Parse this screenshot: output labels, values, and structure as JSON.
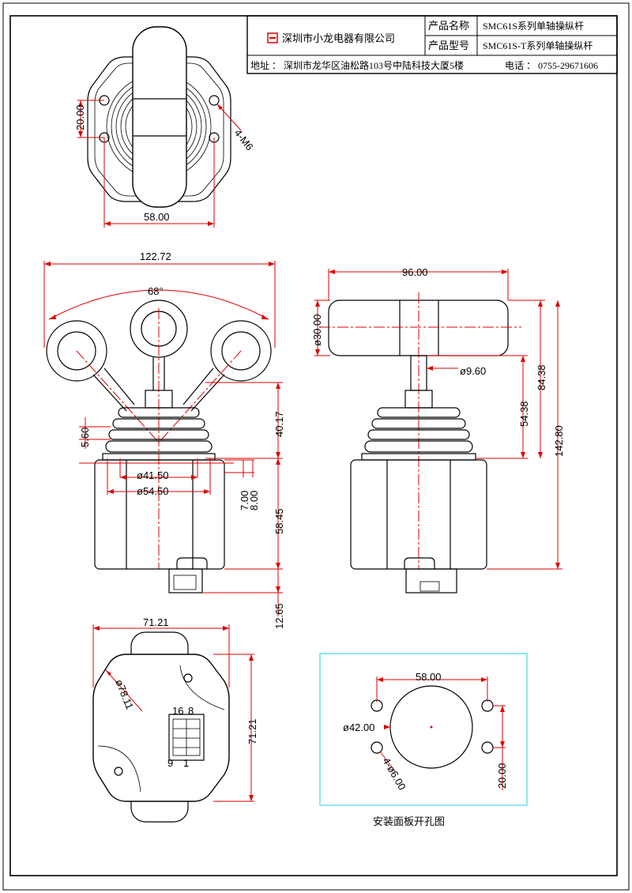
{
  "title_block": {
    "company": "深圳市小龙电器有限公司",
    "product_name_label": "产品名称",
    "product_name_value": "SMC61S系列单轴操纵杆",
    "product_model_label": "产品型号",
    "product_model_value": "SMC61S-T系列单轴操纵杆",
    "address": "地址 ： 深圳市龙华区油松路103号中陆科技大厦5楼",
    "phone": "电话 ： 0755-29671606"
  },
  "top_view": {
    "hole_callout": "4-M6",
    "dim_vertical": "20.00",
    "dim_horizontal": "58.00"
  },
  "front_view": {
    "dim_width": "122.72",
    "angle": "68°",
    "dim_560": "5.60",
    "dim_4017": "40.17",
    "dim_d4150": "ø41.50",
    "dim_d5450": "ø54.50",
    "dim_700": "7.00",
    "dim_800": "8.00",
    "dim_5845": "58.45",
    "dim_1265": "12.65"
  },
  "side_view": {
    "dim_width": "96.00",
    "dim_d30": "ø30.00",
    "dim_d960": "ø9.60",
    "dim_5438": "54.38",
    "dim_8438": "84.38",
    "dim_14280": "142.80"
  },
  "bottom_view": {
    "dim_width": "71.21",
    "dim_height": "71.21",
    "dim_diameter": "ø78.11",
    "pin_16": "16",
    "pin_8": "8",
    "pin_9": "9",
    "pin_1": "1"
  },
  "panel_cutout": {
    "caption": "安装面板开孔图",
    "dim_width": "58.00",
    "dim_d42": "ø42.00",
    "dim_holes": "4-ø6.00",
    "dim_vertical": "20.00",
    "frame_color": "#6fdde6"
  }
}
